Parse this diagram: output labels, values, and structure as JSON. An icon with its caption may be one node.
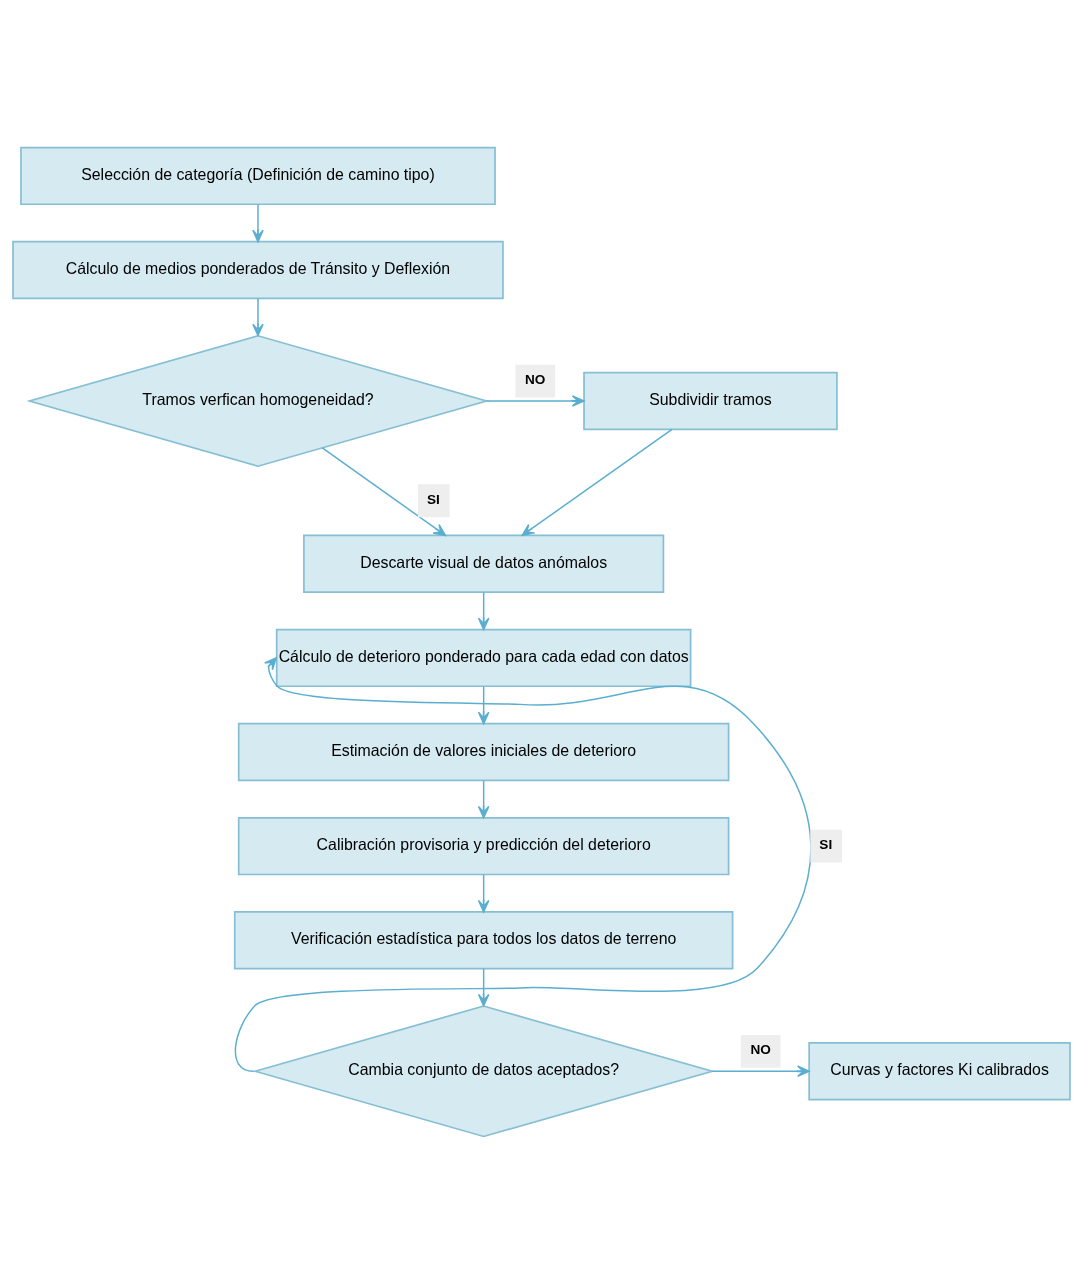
{
  "diagram": {
    "nodes": [
      {
        "text": [
          "Selección de categoría (Definición de camino tipo)"
        ]
      },
      {
        "text": [
          "Cálculo de medios ponderados de Tránsito y Deflexión"
        ]
      },
      {
        "text": [
          "Tramos verfican homogeneidad?"
        ]
      },
      {
        "text": [
          "Subdividir tramos"
        ]
      },
      {
        "text": [
          "Descarte visual de datos anómalos"
        ]
      },
      {
        "text": [
          "Cálculo de deterioro ponderado para cada edad con datos"
        ]
      },
      {
        "text": [
          "Estimación de valores iniciales de deterioro"
        ]
      },
      {
        "text": [
          "Calibración provisoria y predicción del deterioro"
        ]
      },
      {
        "text": [
          "Verificación estadística para todos los datos de terreno"
        ]
      },
      {
        "text": [
          "Cambia conjunto de datos aceptados?"
        ]
      },
      {
        "text": [
          "Curvas y factores Ki calibrados"
        ]
      }
    ],
    "edges": [
      {
        "from": 0,
        "to": 1,
        "arrow": "to"
      },
      {
        "from": 1,
        "to": 2,
        "arrow": "to"
      },
      {
        "from": 2,
        "to": 3,
        "arrow": "to",
        "label": "NO"
      },
      {
        "from": 2,
        "to": 4,
        "arrow": "to",
        "label": "SI"
      },
      {
        "from": 3,
        "to": 4,
        "arrow": "to"
      },
      {
        "from": 4,
        "to": 5,
        "arrow": "to"
      },
      {
        "from": 5,
        "to": 6,
        "arrow": "to"
      },
      {
        "from": 6,
        "to": 7,
        "arrow": "to"
      },
      {
        "from": 7,
        "to": 8,
        "arrow": "to"
      },
      {
        "from": 8,
        "to": 9,
        "arrow": "to"
      },
      {
        "from": 9,
        "to": 10,
        "arrow": "to",
        "label": "NO"
      },
      {
        "from": 9,
        "to": 5,
        "arrow": "to",
        "label": "SI"
      }
    ]
  }
}
